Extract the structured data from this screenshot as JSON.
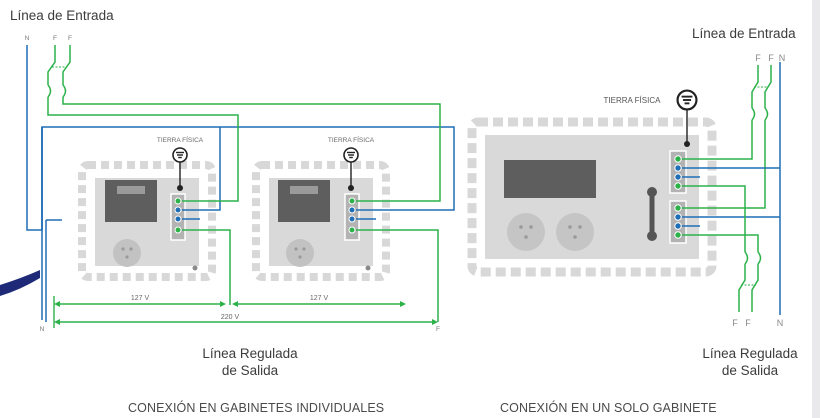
{
  "left": {
    "title": "Línea de Entrada",
    "output_line1": "Línea Regulada",
    "output_line2": "de Salida",
    "caption": "CONEXIÓN EN GABINETES INDIVIDUALES",
    "tierra_label_1": "TIERRA FÍSICA",
    "tierra_label_2": "TIERRA FÍSICA",
    "volt_1": "127 V",
    "volt_2": "127 V",
    "volt_total": "220 V",
    "top_n": "N",
    "top_f1": "F",
    "top_f2": "F",
    "bottom_n": "N",
    "bottom_f": "F"
  },
  "right": {
    "title": "Línea de Entrada",
    "output_line1": "Línea Regulada",
    "output_line2": "de Salida",
    "caption": "CONEXIÓN EN UN SOLO GABINETE",
    "tierra_label": "TIERRA FÍSICA",
    "top_f1": "F",
    "top_f2": "F",
    "top_n": "N",
    "bottom_f1": "F",
    "bottom_f2": "F",
    "bottom_n": "N"
  },
  "colors": {
    "green": "#2db24a",
    "blue": "#1f6fb6",
    "cabinet": "#d2d2d2",
    "navy": "#1e2a78"
  }
}
